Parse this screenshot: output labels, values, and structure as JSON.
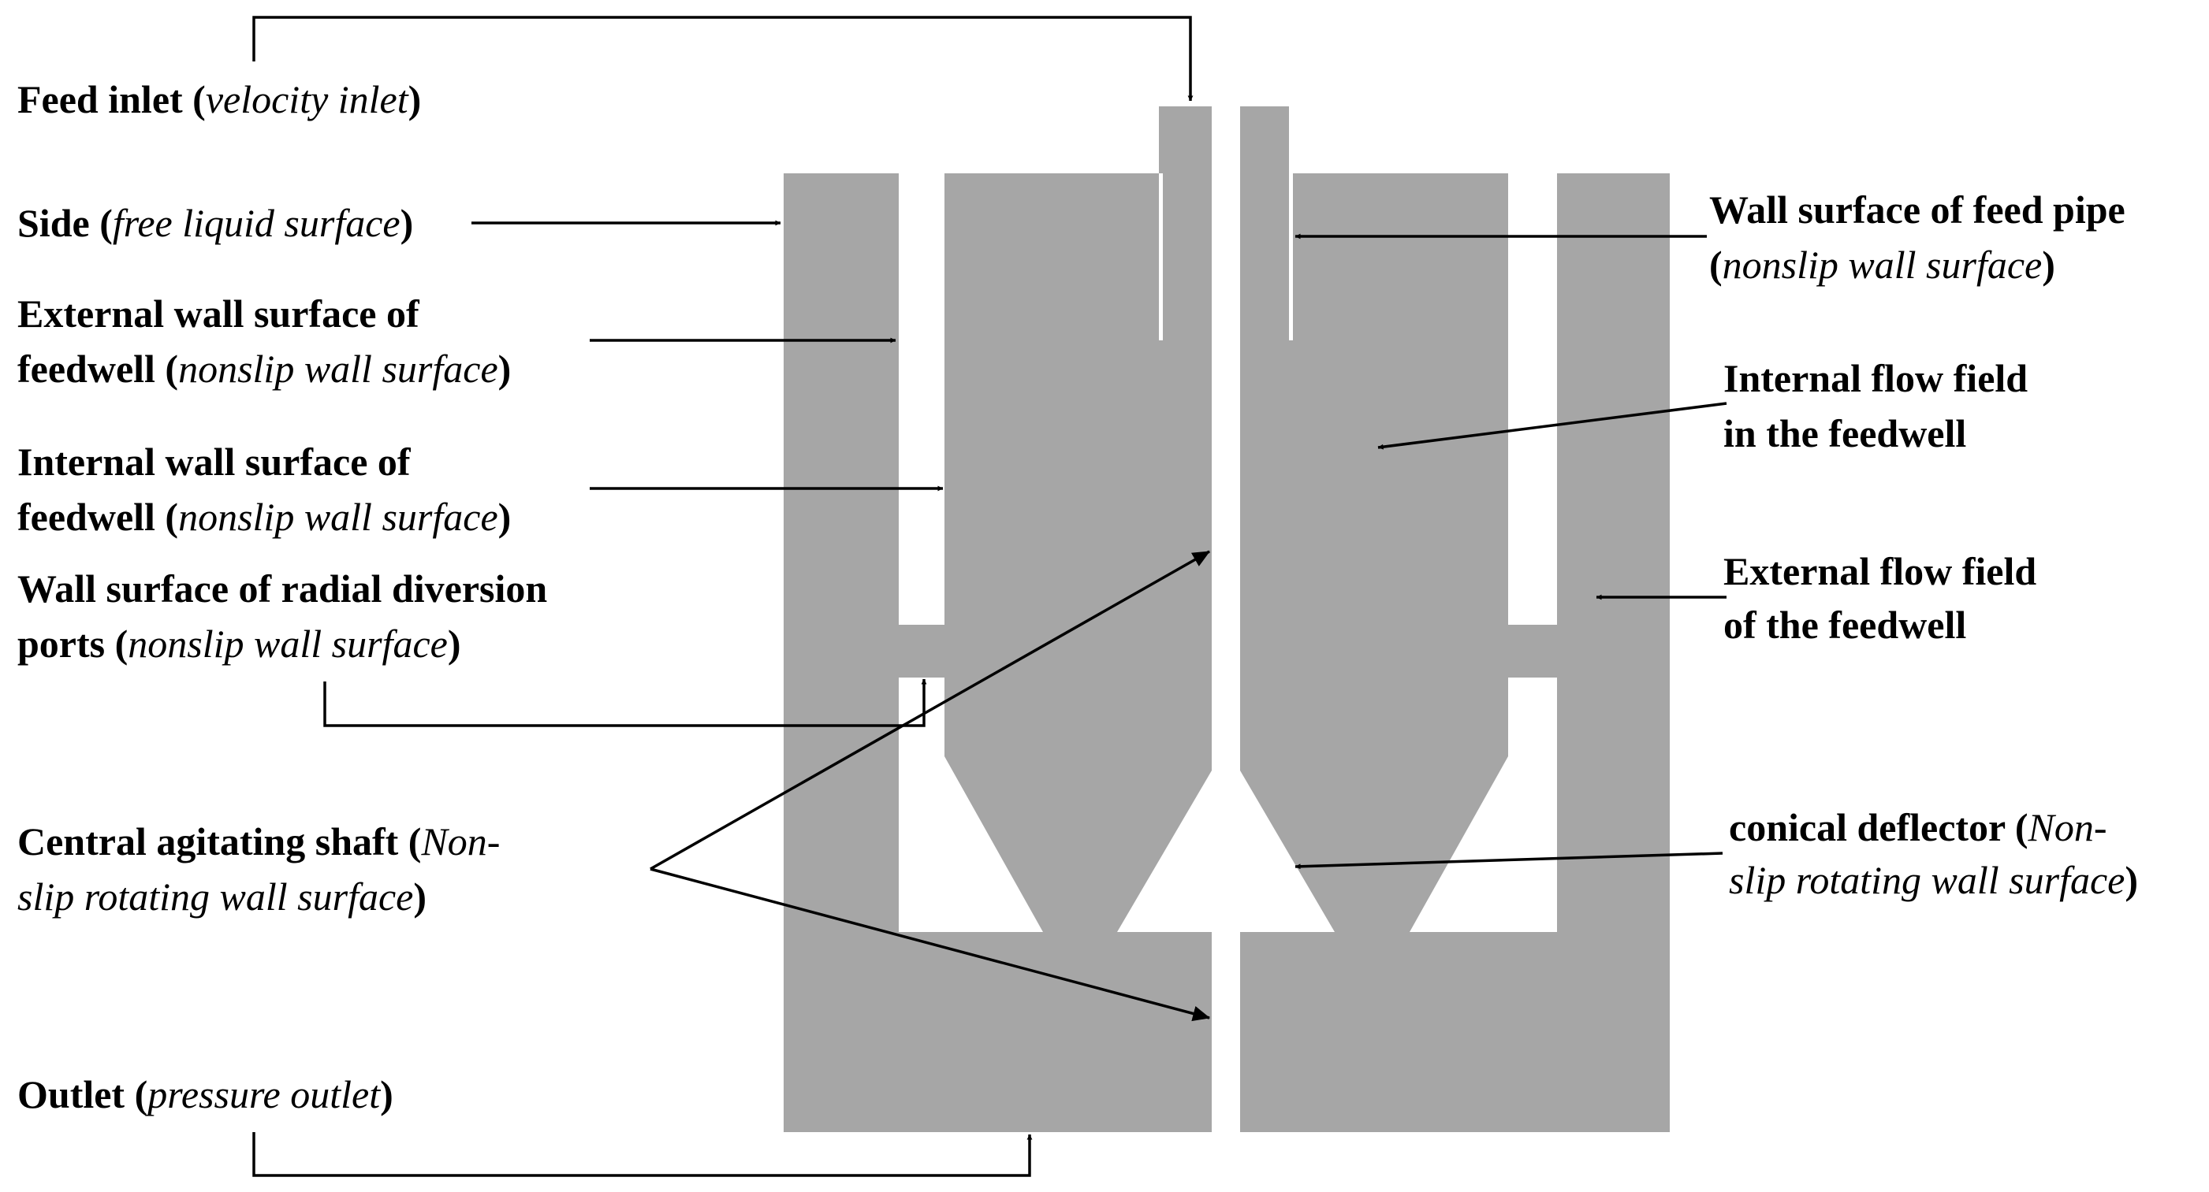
{
  "colors": {
    "fluid": "#a6a6a6",
    "lines": "#000000",
    "background": "#ffffff"
  },
  "labels": {
    "feed_inlet": {
      "bold": "Feed inlet (",
      "italic": "velocity inlet",
      "close": ")"
    },
    "side": {
      "bold": "Side (",
      "italic": "free liquid surface",
      "close": ")"
    },
    "external_wall": {
      "line1": "External wall surface of",
      "bold2": "feedwell (",
      "italic": "nonslip wall surface",
      "close": ")"
    },
    "internal_wall": {
      "line1": "Internal wall surface of",
      "bold2": "feedwell (",
      "italic": "nonslip wall surface",
      "close": ")"
    },
    "radial_ports": {
      "line1": "Wall surface of radial diversion",
      "bold2": "ports (",
      "italic": "nonslip wall surface",
      "close": ")"
    },
    "shaft": {
      "bold": "Central agitating shaft (",
      "italic1": "Non-",
      "italic2": "slip rotating wall surface",
      "close": ")"
    },
    "outlet": {
      "bold": "Outlet (",
      "italic": "pressure outlet",
      "close": ")"
    },
    "feed_pipe_wall": {
      "line1": "Wall surface of feed pipe",
      "open": "(",
      "italic": "nonslip wall surface",
      "close": ")"
    },
    "internal_flow": {
      "line1": "Internal flow field",
      "line2": "in the feedwell"
    },
    "external_flow": {
      "line1": "External flow field",
      "line2": "of the feedwell"
    },
    "deflector": {
      "bold": "conical deflector (",
      "italic1": "Non-",
      "italic2": "slip rotating wall surface",
      "close": ")"
    }
  }
}
